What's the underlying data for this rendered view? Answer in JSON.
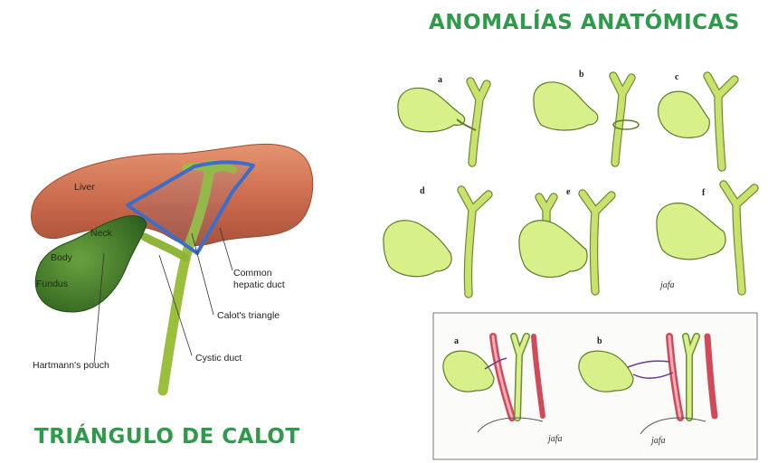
{
  "titles": {
    "left": "TRIÁNGULO DE CALOT",
    "right": "ANOMALÍAS ANATÓMICAS"
  },
  "colors": {
    "title_green": "#2e9a4a",
    "liver": "#c86a4a",
    "gallbladder": "#3e7a2a",
    "triangle_outline": "#3a6ec8",
    "bile_duct_light": "#d7f08a",
    "artery": "#d04a5a"
  },
  "calot_figure": {
    "labels": {
      "liver": "Liver",
      "neck": "Neck",
      "body": "Body",
      "fundus": "Fundus",
      "hartmann": "Hartmann's pouch",
      "common_hepatic_1": "Common",
      "common_hepatic_2": "hepatic duct",
      "calot_triangle": "Calot's triangle",
      "cystic_duct": "Cystic duct"
    }
  },
  "anomalies_figure": {
    "panel_labels": [
      "a",
      "b",
      "c",
      "d",
      "e",
      "f"
    ],
    "signature": "jafa"
  },
  "artery_figure": {
    "panel_labels": [
      "a",
      "b"
    ],
    "signatures": [
      "jafa",
      "jafa"
    ]
  }
}
